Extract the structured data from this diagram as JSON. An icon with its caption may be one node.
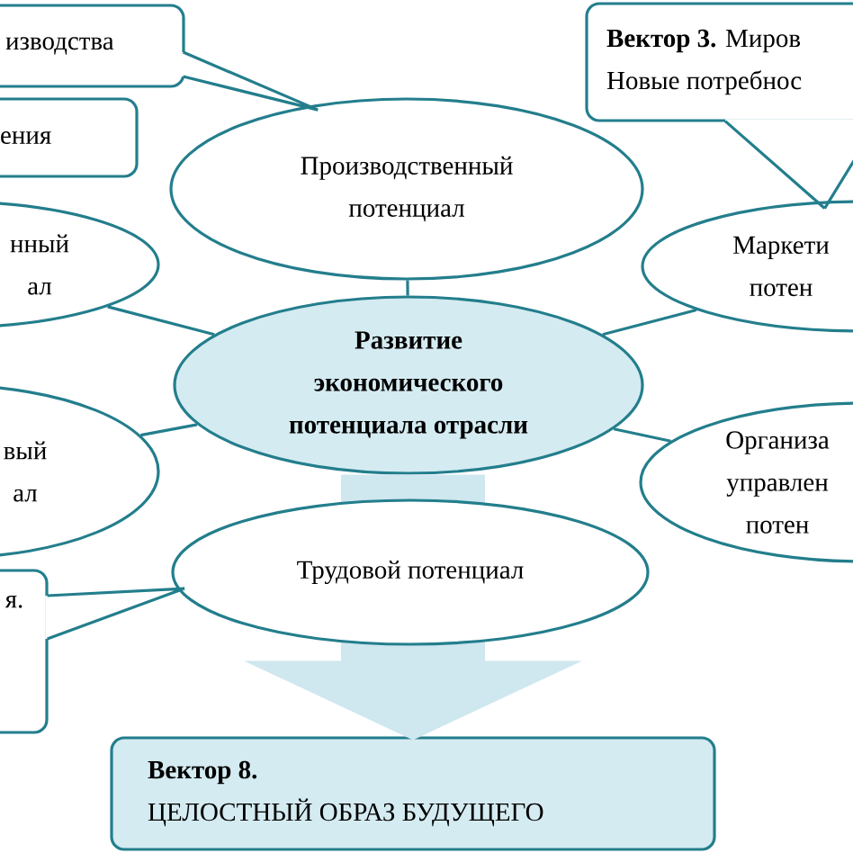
{
  "diagram": {
    "nodes": [
      {
        "text": [
          "изводства"
        ]
      },
      {
        "text": [
          "ения"
        ]
      },
      {
        "text": [
          "Производственный потенциал"
        ]
      },
      {
        "text": [
          "**Вектор 3.** Миров Новые потребнос"
        ]
      },
      {
        "text": [
          "нный ал"
        ]
      },
      {
        "text": [
          "Маркети потен"
        ]
      },
      {
        "text": [
          "Развитие экономического потенциала отрасли"
        ]
      },
      {
        "text": [
          "вый ал"
        ]
      },
      {
        "text": [
          "Организа управлен потен"
        ]
      },
      {
        "text": [
          "я."
        ]
      },
      {
        "text": [
          "Трудовой потенциал"
        ]
      },
      {
        "text": [
          "Вектор 8.",
          "ЦЕЛОСТНЫЙ ОБРАЗ БУДУЩЕГО"
        ]
      }
    ],
    "edges": [
      {
        "from": 0,
        "to": 2,
        "arrow": "none"
      },
      {
        "from": 3,
        "to": 5,
        "arrow": "none"
      },
      {
        "from": 6,
        "to": 2,
        "arrow": "none"
      },
      {
        "from": 6,
        "to": 4,
        "arrow": "none"
      },
      {
        "from": 6,
        "to": 5,
        "arrow": "none"
      },
      {
        "from": 6,
        "to": 7,
        "arrow": "none"
      },
      {
        "from": 6,
        "to": 8,
        "arrow": "none"
      },
      {
        "from": 9,
        "to": 10,
        "arrow": "none"
      },
      {
        "from": 6,
        "to": 11,
        "arrow": "to",
        "style": "thick",
        "color": "#cfe7ef"
      }
    ]
  }
}
